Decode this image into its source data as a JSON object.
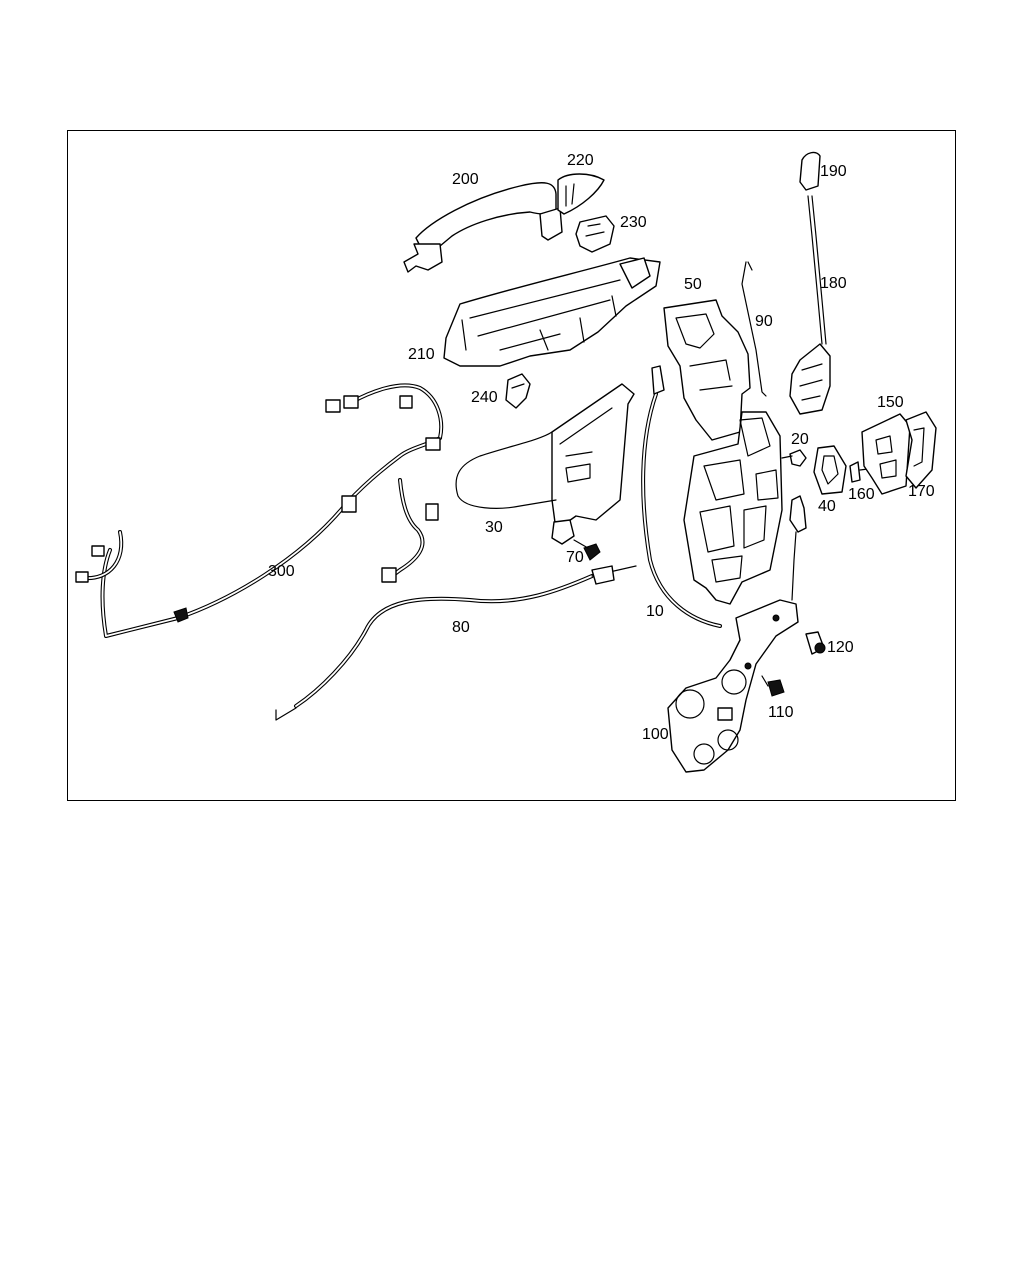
{
  "labels": {
    "p10": "10",
    "p20": "20",
    "p30": "30",
    "p40": "40",
    "p50": "50",
    "p70": "70",
    "p80": "80",
    "p90": "90",
    "p100": "100",
    "p110": "110",
    "p120": "120",
    "p150": "150",
    "p160": "160",
    "p170": "170",
    "p180": "180",
    "p190": "190",
    "p200": "200",
    "p210": "210",
    "p220": "220",
    "p230": "230",
    "p240": "240",
    "p300": "300"
  }
}
